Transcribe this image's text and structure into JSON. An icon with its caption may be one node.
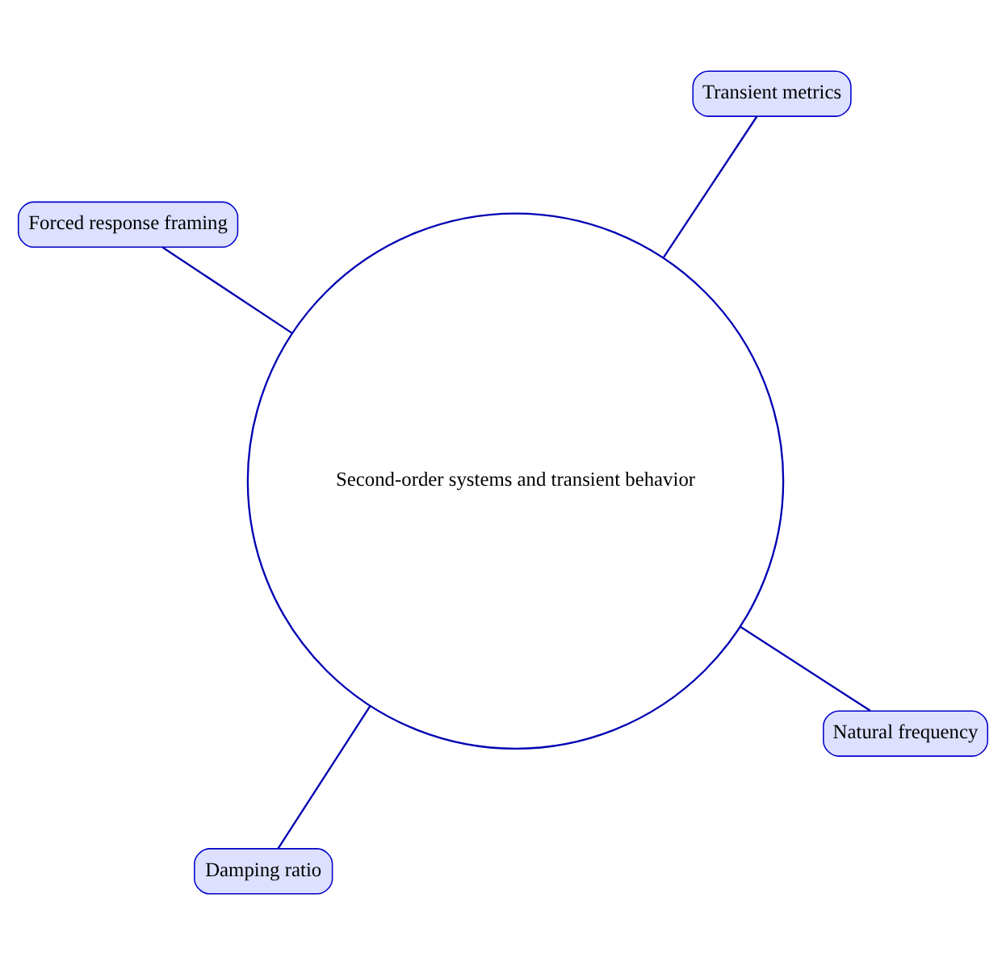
{
  "diagram": {
    "nodes": [
      {
        "text": [
          "Second-order systems and transient behavior"
        ]
      },
      {
        "text": [
          "Natural frequency"
        ]
      },
      {
        "text": [
          "Damping ratio"
        ]
      },
      {
        "text": [
          "Forced response framing"
        ]
      },
      {
        "text": [
          "Transient metrics"
        ]
      }
    ],
    "edges": [
      {
        "from": 0,
        "to": 1,
        "arrow": "none"
      },
      {
        "from": 0,
        "to": 2,
        "arrow": "none"
      },
      {
        "from": 0,
        "to": 3,
        "arrow": "none"
      },
      {
        "from": 0,
        "to": 4,
        "arrow": "none"
      }
    ]
  }
}
